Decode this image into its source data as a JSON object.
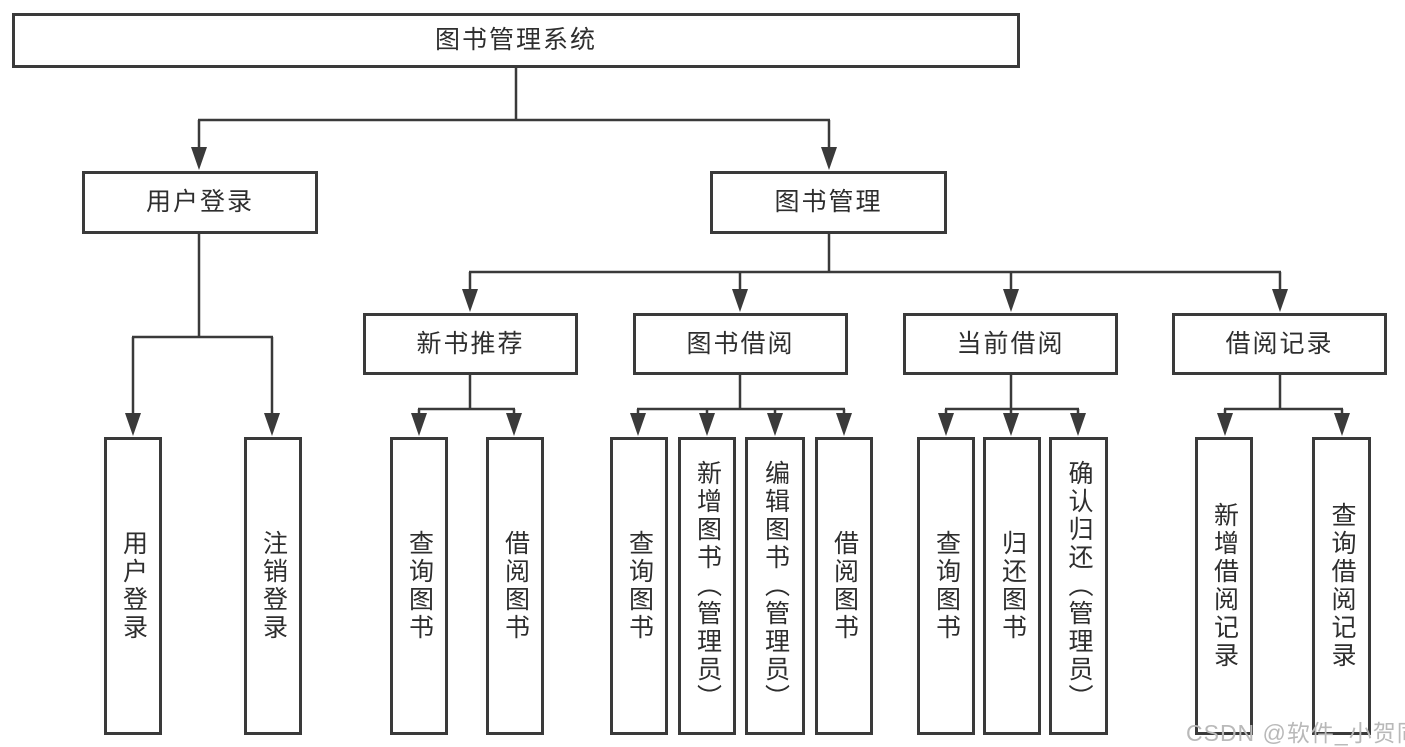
{
  "diagram_type": "hierarchy-tree",
  "root": {
    "label": "图书管理系统"
  },
  "level2": [
    {
      "label": "用户登录"
    },
    {
      "label": "图书管理"
    }
  ],
  "level3": [
    {
      "label": "新书推荐",
      "parent": "图书管理"
    },
    {
      "label": "图书借阅",
      "parent": "图书管理"
    },
    {
      "label": "当前借阅",
      "parent": "图书管理"
    },
    {
      "label": "借阅记录",
      "parent": "图书管理"
    }
  ],
  "leaves": [
    {
      "label": "用户登录",
      "parent": "用户登录"
    },
    {
      "label": "注销登录",
      "parent": "用户登录"
    },
    {
      "label": "查询图书",
      "parent": "新书推荐"
    },
    {
      "label": "借阅图书",
      "parent": "新书推荐"
    },
    {
      "label": "查询图书",
      "parent": "图书借阅"
    },
    {
      "label": "新增图书（管理员）",
      "parent": "图书借阅"
    },
    {
      "label": "编辑图书（管理员）",
      "parent": "图书借阅"
    },
    {
      "label": "借阅图书",
      "parent": "图书借阅"
    },
    {
      "label": "查询图书",
      "parent": "当前借阅"
    },
    {
      "label": "归还图书",
      "parent": "当前借阅"
    },
    {
      "label": "确认归还（管理员）",
      "parent": "当前借阅"
    },
    {
      "label": "新增借阅记录",
      "parent": "借阅记录"
    },
    {
      "label": "查询借阅记录",
      "parent": "借阅记录"
    }
  ],
  "watermark": "CSDN @软件_小贺同学",
  "colors": {
    "line": "#3a3a3a",
    "text": "#2e2e2e",
    "watermark": "#b9b9b9",
    "background": "#ffffff"
  }
}
